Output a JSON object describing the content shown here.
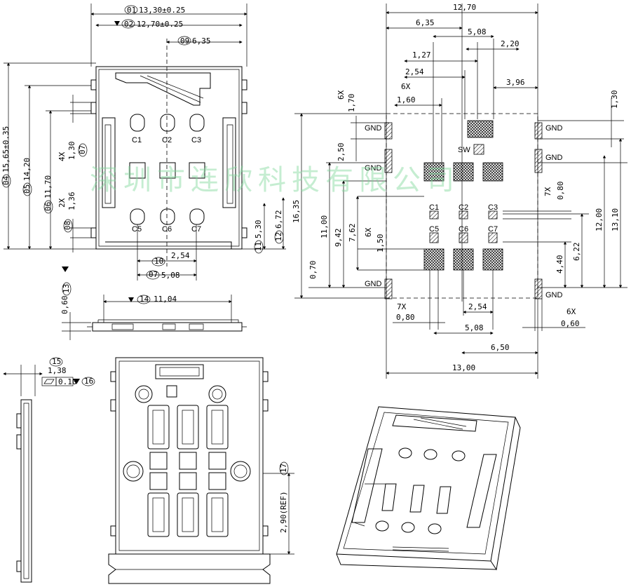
{
  "front_view": {
    "dims": {
      "d01": "13,30±0.25",
      "d02": "12,70±0.25",
      "d09": "6,35",
      "d04": "15,65±0.35",
      "d05": "14,20",
      "d06": "11,70",
      "d08": "1,36",
      "d11": "5,30",
      "d12": "6,72",
      "d10": "2,54",
      "d07b": "5,08",
      "d4x": "4X",
      "d4x_val": "1,30",
      "d2x": "2X"
    },
    "balloons": {
      "b01": "01",
      "b02": "02",
      "b09": "09",
      "b04": "04",
      "b05": "05",
      "b06": "06",
      "b07": "07",
      "b08": "08",
      "b10": "10",
      "b11": "11",
      "b12": "12",
      "b07b": "07"
    },
    "contacts_top": [
      "C1",
      "C2",
      "C3"
    ],
    "contacts_bottom": [
      "C5",
      "C6",
      "C7"
    ]
  },
  "side_view": {
    "dims": {
      "d13": "0,60",
      "d14": "11,04"
    },
    "balloons": {
      "b13": "13",
      "b14": "14"
    }
  },
  "end_view": {
    "dims": {
      "d15": "1,38",
      "flatness": "0.10"
    },
    "balloons": {
      "b15": "15",
      "b16": "16"
    }
  },
  "bottom_view": {
    "dims": {
      "d17": "2,90(REF)"
    },
    "balloons": {
      "b17": "17"
    }
  },
  "footprint": {
    "dims": {
      "w1270": "12,70",
      "w635": "6,35",
      "w508a": "5,08",
      "w127": "1,27",
      "w220": "2,20",
      "w254a": "2,54",
      "w396": "3,96",
      "w160": "1,60",
      "w170": "1,70",
      "w130": "1,30",
      "h250": "2,50",
      "h1635": "16,35",
      "h1100": "11,00",
      "h942": "9,42",
      "h762": "7,62",
      "h150": "1,50",
      "h070": "0,70",
      "h080r": "0,80",
      "h1200": "12,00",
      "h1310": "13,10",
      "h622": "6,22",
      "h440": "4,40",
      "w080": "0,80",
      "w254b": "2,54",
      "w508b": "5,08",
      "w060": "0,60",
      "w650": "6,50",
      "w1300": "13,00"
    },
    "multipliers": {
      "m6x_a": "6X",
      "m6x_b": "6X",
      "m6x_c": "6X",
      "m6x_d": "6X",
      "m7x_a": "7X",
      "m7x_b": "7X"
    },
    "labels": {
      "gnd_tl": "GND",
      "gnd_ml": "GND",
      "gnd_bl": "GND",
      "gnd_tr": "GND",
      "gnd_mr": "GND",
      "gnd_br": "GND",
      "sw": "SW",
      "c1": "C1",
      "c2": "C2",
      "c3": "C3",
      "c5": "C5",
      "c6": "C6",
      "c7": "C7"
    }
  },
  "watermark": "深圳市连欣科技有限公司"
}
